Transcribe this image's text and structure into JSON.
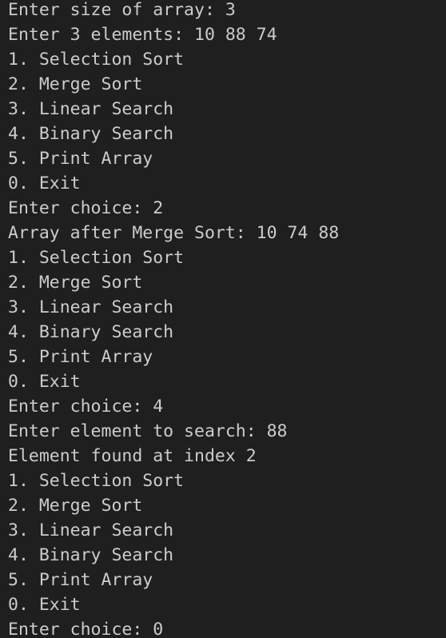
{
  "terminal": {
    "lines": [
      "Enter size of array: 3",
      "Enter 3 elements: 10 88 74",
      "1. Selection Sort",
      "2. Merge Sort",
      "3. Linear Search",
      "4. Binary Search",
      "5. Print Array",
      "0. Exit",
      "Enter choice: 2",
      "Array after Merge Sort: 10 74 88",
      "1. Selection Sort",
      "2. Merge Sort",
      "3. Linear Search",
      "4. Binary Search",
      "5. Print Array",
      "0. Exit",
      "Enter choice: 4",
      "Enter element to search: 88",
      "Element found at index 2",
      "1. Selection Sort",
      "2. Merge Sort",
      "3. Linear Search",
      "4. Binary Search",
      "5. Print Array",
      "0. Exit",
      "Enter choice: 0"
    ]
  }
}
